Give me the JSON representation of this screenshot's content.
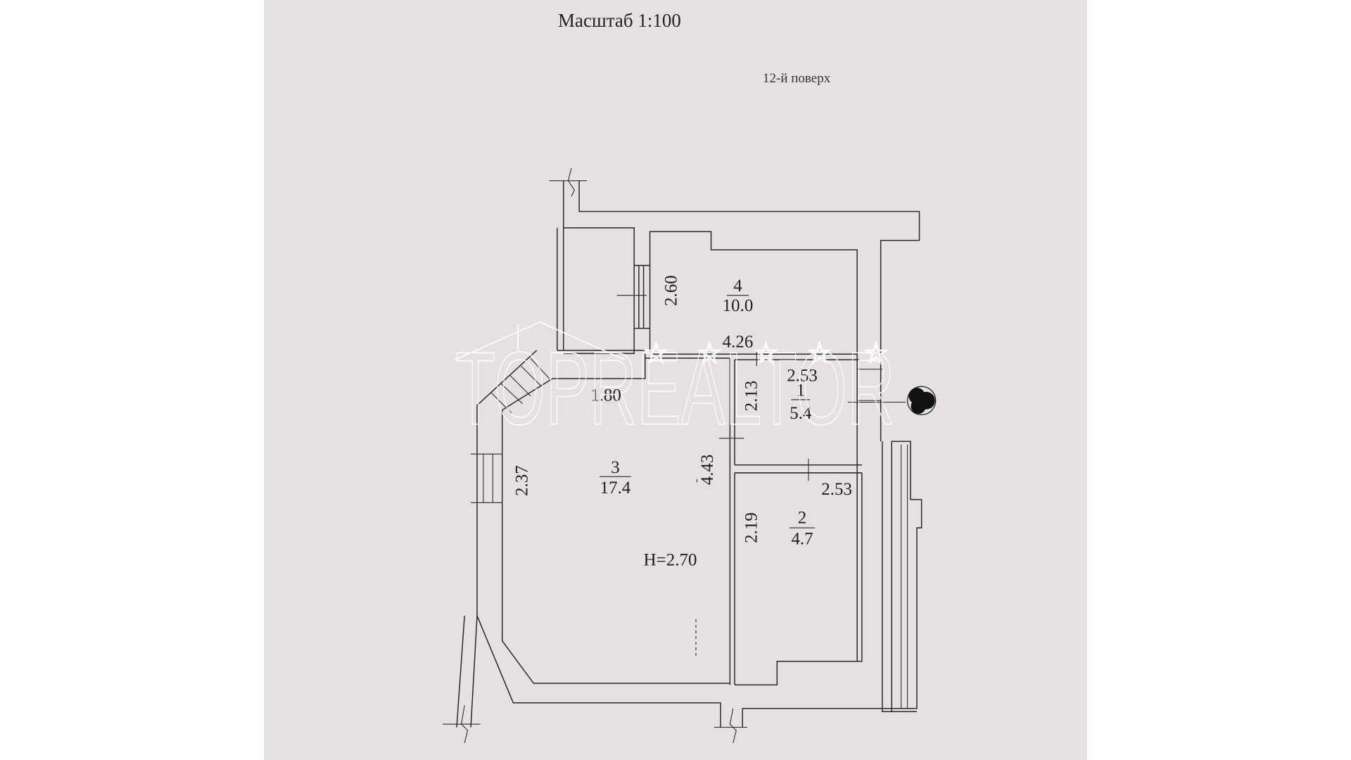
{
  "header": {
    "scale_label": "Масштаб 1:100",
    "floor_label": "12-й поверх"
  },
  "rooms": [
    {
      "number": "1",
      "area": "5.4"
    },
    {
      "number": "2",
      "area": "4.7"
    },
    {
      "number": "3",
      "area": "17.4"
    },
    {
      "number": "4",
      "area": "10.0"
    }
  ],
  "dimensions": {
    "room4_height": "2.60",
    "room4_width": "4.26",
    "room1_width": "2.53",
    "room1_height": "2.13",
    "corridor_width": "1.80",
    "room3_left": "2.37",
    "room3_right": "4.43",
    "room2_width": "2.53",
    "room2_height": "2.19",
    "ceiling_height": "H=2.70"
  },
  "watermark": {
    "text": "TOPREALTOR"
  },
  "colors": {
    "paper": "#e5e0e4",
    "ink": "#2a2a2a"
  }
}
